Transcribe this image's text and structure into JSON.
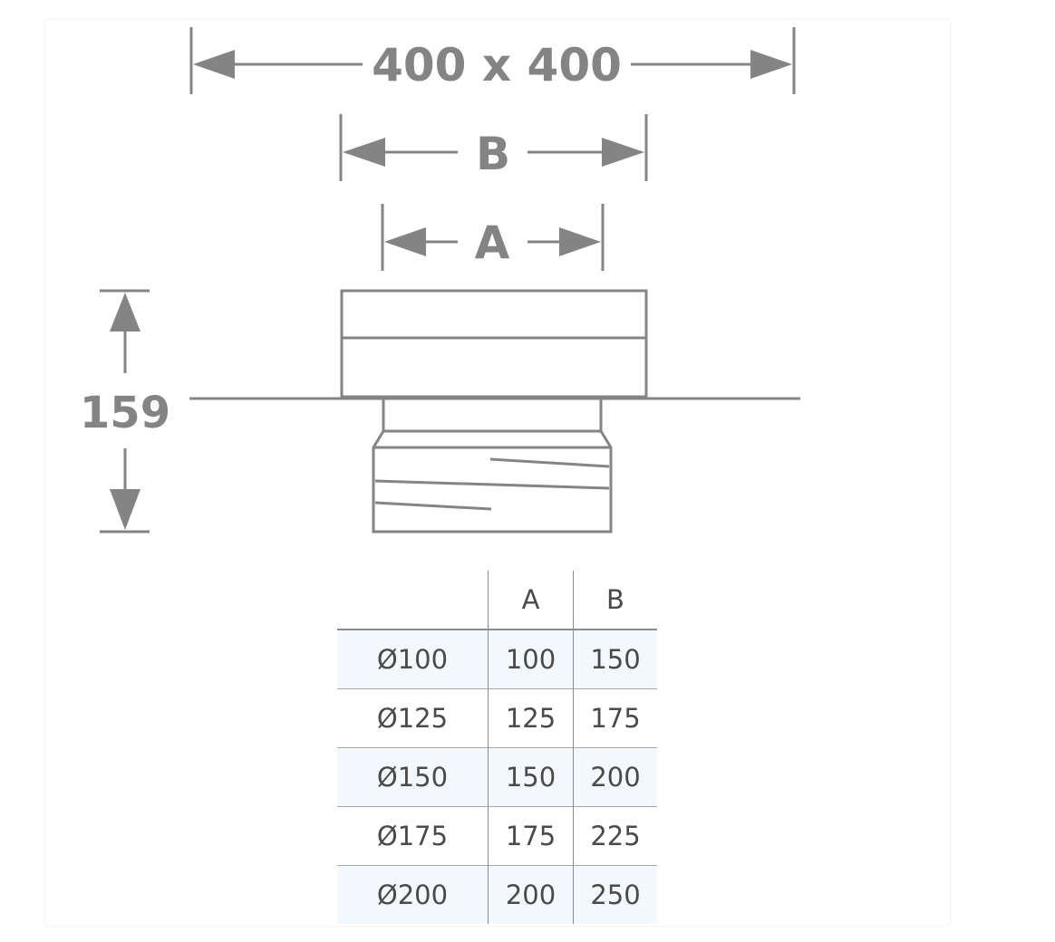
{
  "diagram": {
    "overall_size_label": "400 x 400",
    "dim_b_label": "B",
    "dim_a_label": "A",
    "height_label": "159",
    "line_color": "#848484"
  },
  "table": {
    "headers": [
      "",
      "A",
      "B"
    ],
    "rows": [
      {
        "d": "Ø100",
        "a": "100",
        "b": "150"
      },
      {
        "d": "Ø125",
        "a": "125",
        "b": "175"
      },
      {
        "d": "Ø150",
        "a": "150",
        "b": "200"
      },
      {
        "d": "Ø175",
        "a": "175",
        "b": "225"
      },
      {
        "d": "Ø200",
        "a": "200",
        "b": "250"
      }
    ],
    "shade_color": "#f2f8fc"
  }
}
